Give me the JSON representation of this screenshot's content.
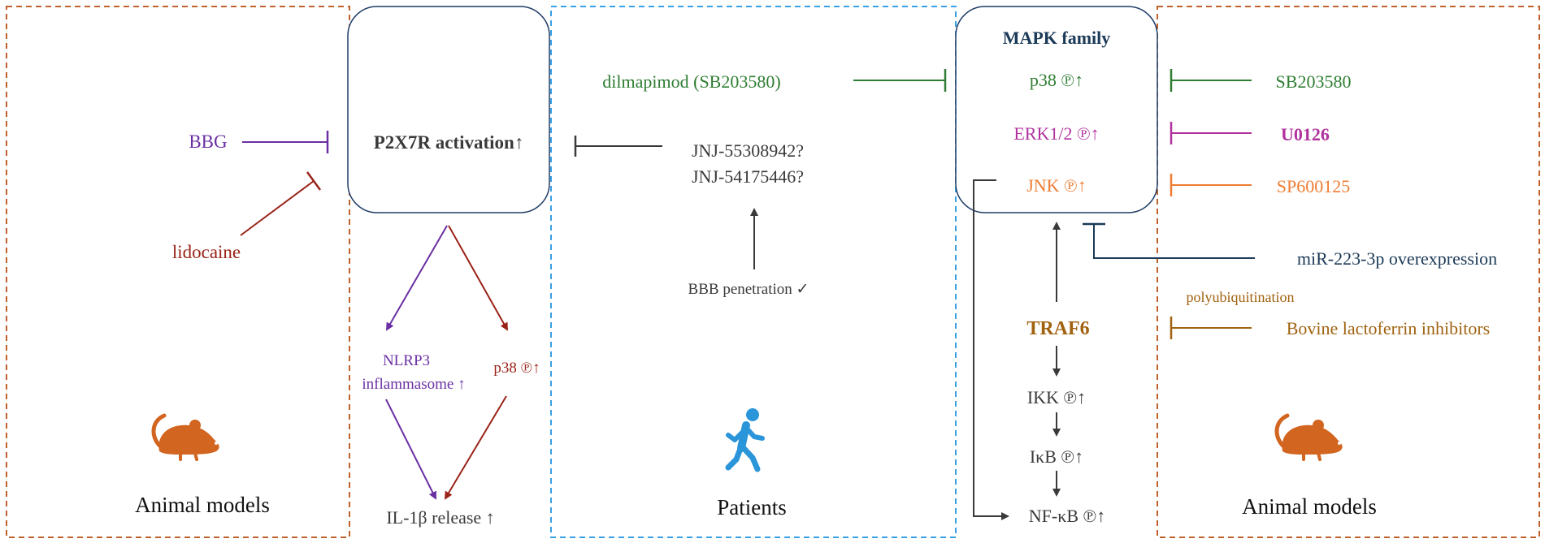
{
  "colors": {
    "orange_dashed": "#c0622b",
    "blue_dashed": "#3aa0e6",
    "box_stroke": "#1f3d66",
    "purple": "#6a2fa3",
    "dark_red": "#9a2318",
    "green": "#2e7d32",
    "magenta": "#b0329e",
    "orange": "#ef7d33",
    "navy": "#1b3a57",
    "brown": "#a0620f",
    "gray": "#3a3a3a",
    "animal": "#d2651f",
    "person": "#2b95d9"
  },
  "left_panel": {
    "caption": "Animal models",
    "icon": "mouse-icon",
    "inhibitor_1": "BBG",
    "inhibitor_2": "lidocaine"
  },
  "p2x7r": {
    "label": "P2X7R activation",
    "arrow": "↑",
    "nlrp3_line1": "NLRP3",
    "nlrp3_line2": "inflammasome ↑",
    "p38": "p38 ℗↑",
    "il1b": "IL-1β release ↑"
  },
  "patients": {
    "caption": "Patients",
    "icon": "walking-person-icon",
    "drug": "dilmapimod (SB203580)",
    "jnj1": "JNJ-55308942?",
    "jnj2": "JNJ-54175446?",
    "bbb": "BBB penetration ✓"
  },
  "mapk": {
    "title": "MAPK family",
    "p38": "p38 ℗↑",
    "erk": "ERK1/2 ℗↑",
    "jnk": "JNK ℗↑",
    "traf6": "TRAF6",
    "ikk": "IKK ℗↑",
    "ikb": "IκB ℗↑",
    "nfkb": "NF-κB ℗↑"
  },
  "right_panel": {
    "caption": "Animal models",
    "icon": "mouse-icon",
    "sb": "SB203580",
    "u0126": "U0126",
    "sp": "SP600125",
    "mir": "miR-223-3p overexpression",
    "poly": "polyubiquitination",
    "bovine": "Bovine lactoferrin inhibitors"
  }
}
